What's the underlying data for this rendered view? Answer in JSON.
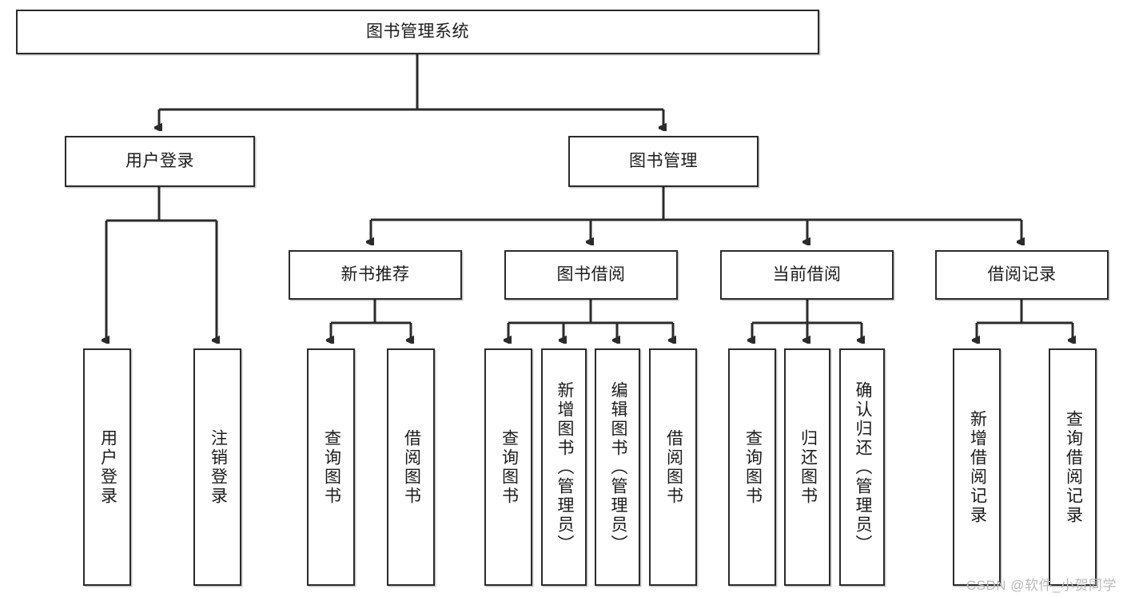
{
  "diagram": {
    "type": "tree-hierarchy-chart",
    "title": "图书管理系统",
    "edge_color": "#2b2b2b",
    "node_border_color": "#2b2b2b",
    "node_fill_color": "#ffffff",
    "text_color": "#1b1b1b",
    "background": "#ffffff",
    "orientation": "top-down"
  },
  "nodes": {
    "root": {
      "label": "图书管理系统"
    },
    "level2": [
      {
        "id": "user-login",
        "label": "用户登录"
      },
      {
        "id": "book-manage",
        "label": "图书管理"
      }
    ],
    "level3": [
      {
        "id": "new-book-recommend",
        "label": "新书推荐"
      },
      {
        "id": "book-borrow",
        "label": "图书借阅"
      },
      {
        "id": "current-borrow",
        "label": "当前借阅"
      },
      {
        "id": "borrow-record",
        "label": "借阅记录"
      }
    ],
    "leaves": [
      {
        "id": "leaf-user-login",
        "label": "用户登录",
        "parent": "user-login"
      },
      {
        "id": "leaf-user-logout",
        "label": "注销登录",
        "parent": "user-login"
      },
      {
        "id": "leaf-query-book-1",
        "label": "查询图书",
        "parent": "new-book-recommend"
      },
      {
        "id": "leaf-borrow-book-1",
        "label": "借阅图书",
        "parent": "new-book-recommend"
      },
      {
        "id": "leaf-query-book-2",
        "label": "查询图书",
        "parent": "book-borrow"
      },
      {
        "id": "leaf-add-book",
        "label": "新增图书（管理员）",
        "parent": "book-borrow"
      },
      {
        "id": "leaf-edit-book",
        "label": "编辑图书（管理员）",
        "parent": "book-borrow"
      },
      {
        "id": "leaf-borrow-book-2",
        "label": "借阅图书",
        "parent": "book-borrow"
      },
      {
        "id": "leaf-query-book-3",
        "label": "查询图书",
        "parent": "current-borrow"
      },
      {
        "id": "leaf-return-book",
        "label": "归还图书",
        "parent": "current-borrow"
      },
      {
        "id": "leaf-confirm-return",
        "label": "确认归还（管理员）",
        "parent": "current-borrow"
      },
      {
        "id": "leaf-add-record",
        "label": "新增借阅记录",
        "parent": "borrow-record"
      },
      {
        "id": "leaf-query-record",
        "label": "查询借阅记录",
        "parent": "borrow-record"
      }
    ]
  },
  "watermark": {
    "text": "CSDN @软件_小贺同学"
  }
}
